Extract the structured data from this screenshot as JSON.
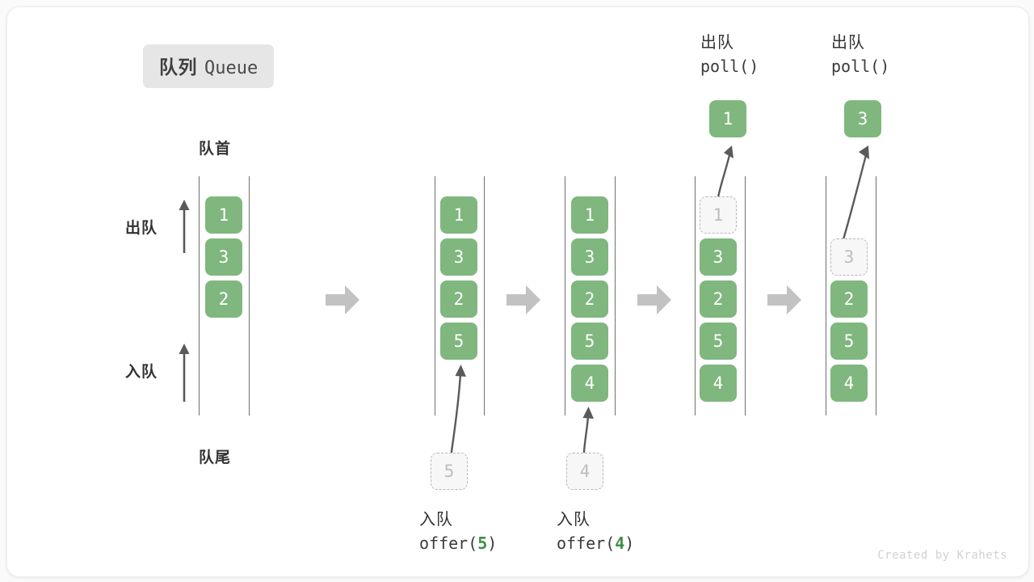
{
  "card": {
    "title_cn": "队列",
    "title_en": "Queue",
    "watermark": "Created by Krahets"
  },
  "labels": {
    "head": "队首",
    "tail": "队尾",
    "dequeue": "出队",
    "enqueue": "入队"
  },
  "colors": {
    "cell_fill": "#7fb77e",
    "cell_text": "#ffffff",
    "ghost_fill": "#f7f7f7",
    "ghost_border": "#b8b8b8",
    "ghost_text": "#bdbdbd",
    "rail": "#6f6f6f",
    "arrow": "#5a5a5a",
    "step_arrow": "#c2c2c2",
    "badge_bg": "#e6e6e6",
    "code_arg": "#3f8f46"
  },
  "steps": [
    {
      "id": "initial",
      "cells": [
        "1",
        "3",
        "2"
      ],
      "ghost_slot": null,
      "ghost_value": null,
      "caption_cn": null,
      "caption_code": null,
      "caption_arg": null,
      "popped_value": null,
      "pending_value": null
    },
    {
      "id": "offer-5",
      "cells": [
        "1",
        "3",
        "2",
        "5"
      ],
      "ghost_slot": null,
      "ghost_value": null,
      "caption_cn": "入队",
      "caption_code_pre": "offer(",
      "caption_arg": "5",
      "caption_code_post": ")",
      "popped_value": null,
      "pending_value": "5"
    },
    {
      "id": "offer-4",
      "cells": [
        "1",
        "3",
        "2",
        "5",
        "4"
      ],
      "ghost_slot": null,
      "ghost_value": null,
      "caption_cn": "入队",
      "caption_code_pre": "offer(",
      "caption_arg": "4",
      "caption_code_post": ")",
      "popped_value": null,
      "pending_value": "4"
    },
    {
      "id": "poll-1",
      "cells": [
        "3",
        "2",
        "5",
        "4"
      ],
      "ghost_slot": 0,
      "ghost_value": "1",
      "caption_cn": "出队",
      "caption_code_pre": "poll()",
      "caption_arg": "",
      "caption_code_post": "",
      "popped_value": "1",
      "pending_value": null
    },
    {
      "id": "poll-3",
      "cells": [
        "2",
        "5",
        "4"
      ],
      "ghost_slot": 1,
      "ghost_value": "3",
      "caption_cn": "出队",
      "caption_code_pre": "poll()",
      "caption_arg": "",
      "caption_code_post": "",
      "popped_value": "3",
      "pending_value": null
    }
  ],
  "step_arrows": 4
}
